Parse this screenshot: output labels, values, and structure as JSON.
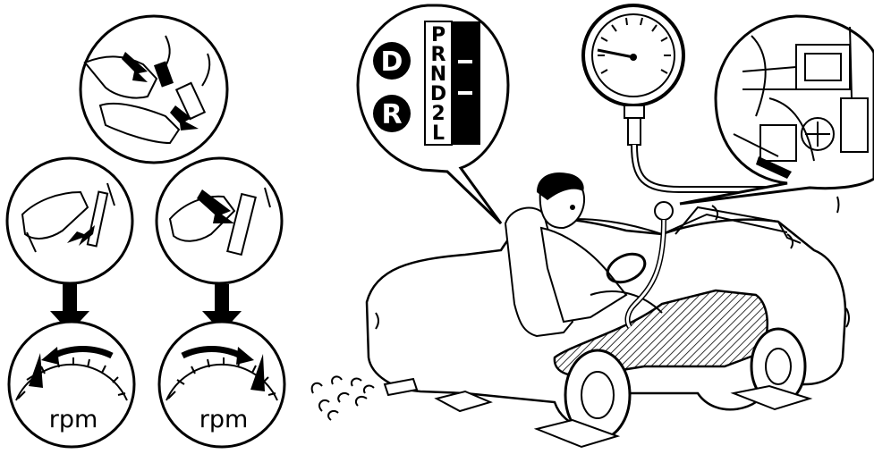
{
  "gauges": {
    "left_label": "rpm",
    "right_label": "rpm"
  },
  "selector": {
    "badge_d": "D",
    "badge_r": "R",
    "positions": [
      "P",
      "R",
      "N",
      "D",
      "2",
      "L"
    ]
  }
}
